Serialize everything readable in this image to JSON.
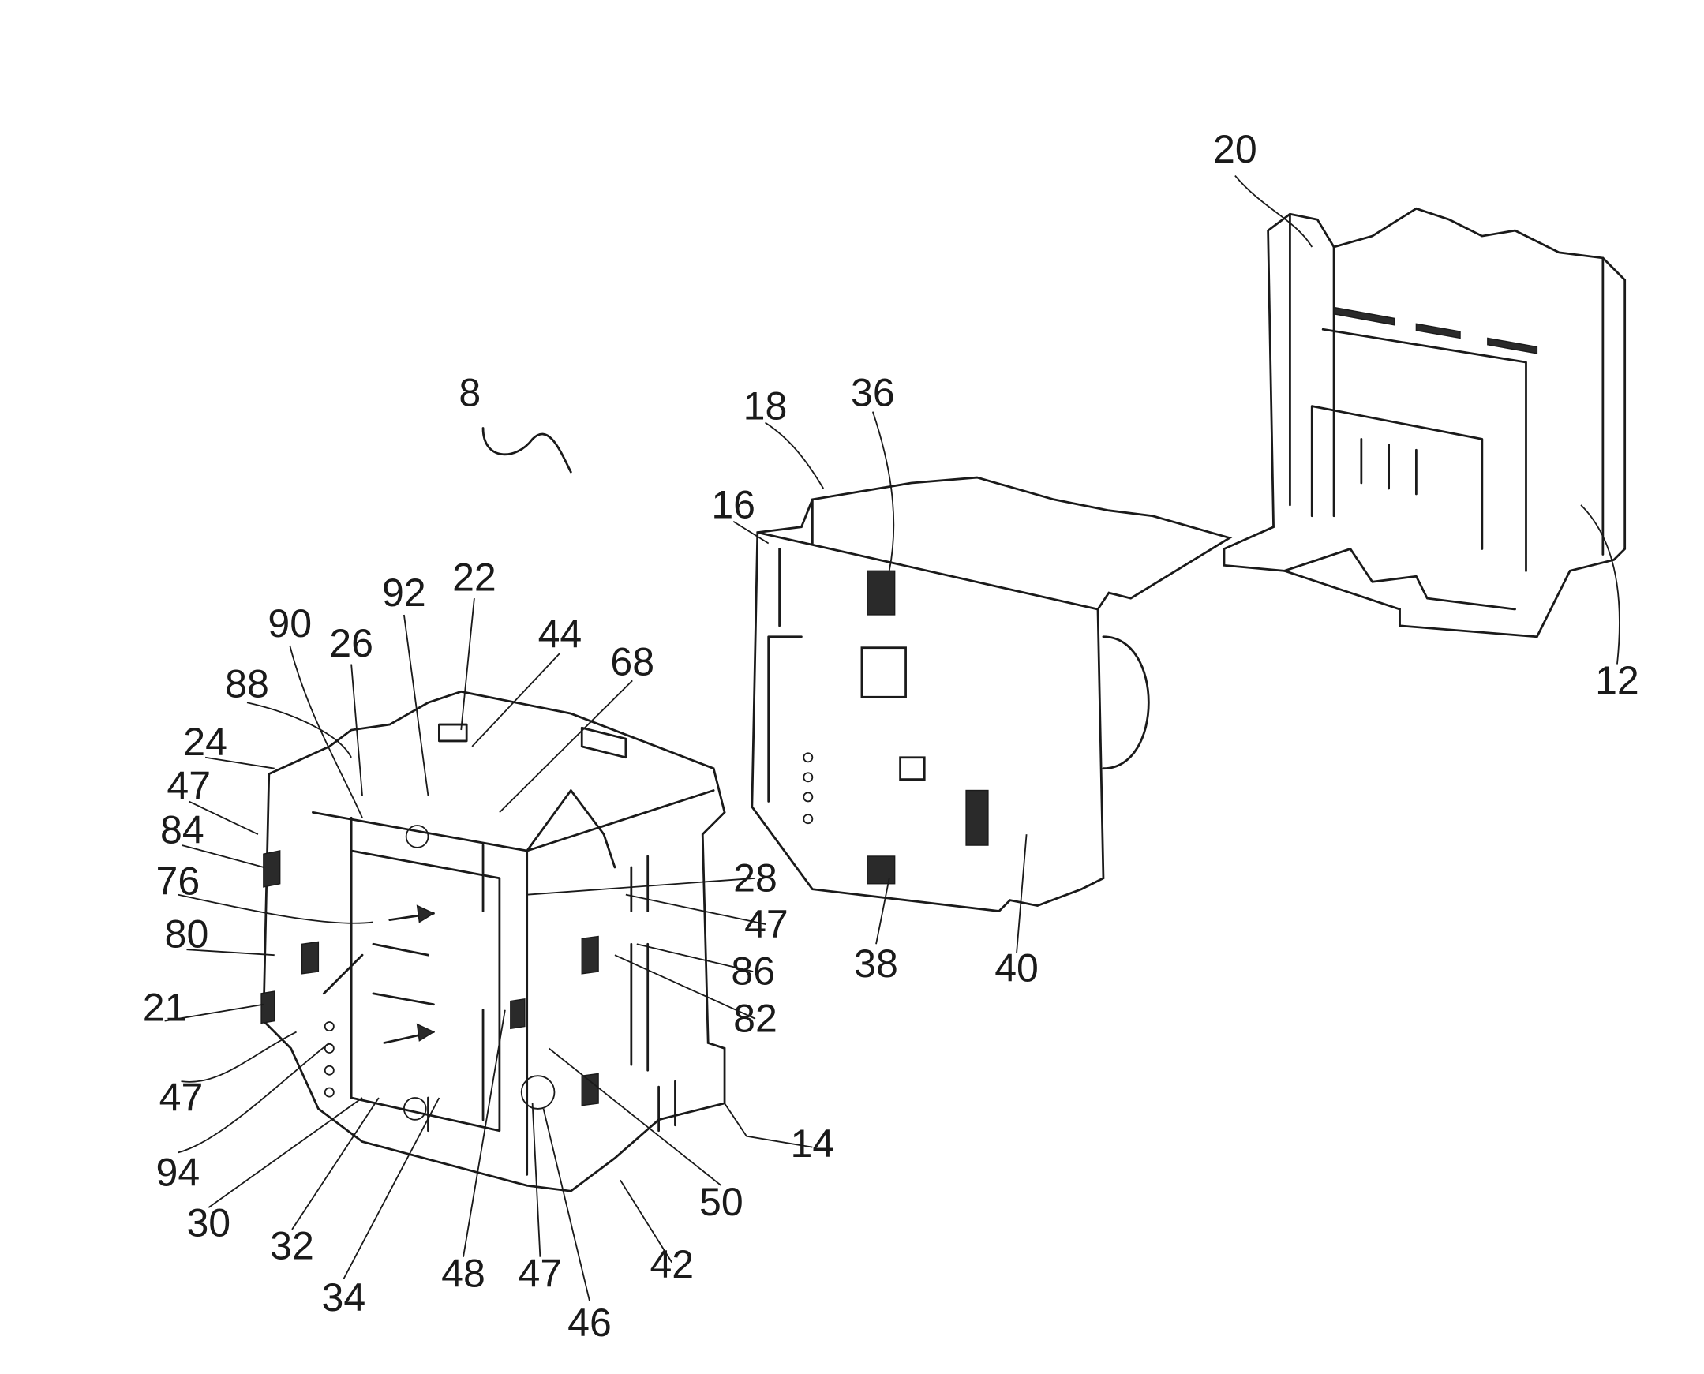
{
  "figure": {
    "labels": [
      "20",
      "8",
      "18",
      "36",
      "16",
      "22",
      "92",
      "90",
      "26",
      "44",
      "68",
      "88",
      "24",
      "47",
      "84",
      "76",
      "80",
      "21",
      "47",
      "94",
      "30",
      "32",
      "34",
      "48",
      "47",
      "46",
      "42",
      "50",
      "14",
      "82",
      "86",
      "47",
      "28",
      "38",
      "40",
      "12"
    ]
  }
}
